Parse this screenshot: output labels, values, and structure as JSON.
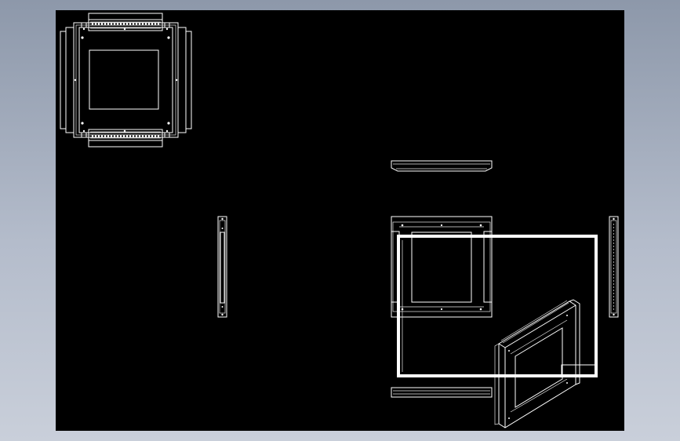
{
  "viewport": {
    "background_color": "#000000",
    "outer_color": "#a9b1c0",
    "line_color": "#ffffff"
  },
  "views": [
    {
      "id": "top-left-plan-view",
      "label": ""
    },
    {
      "id": "left-side-profile-view",
      "label": ""
    },
    {
      "id": "top-edge-view",
      "label": ""
    },
    {
      "id": "front-elevation-view",
      "label": ""
    },
    {
      "id": "right-side-profile-view",
      "label": ""
    },
    {
      "id": "bottom-edge-view",
      "label": ""
    },
    {
      "id": "isometric-view",
      "label": ""
    }
  ],
  "selection_box": {
    "state": "highlighted"
  }
}
